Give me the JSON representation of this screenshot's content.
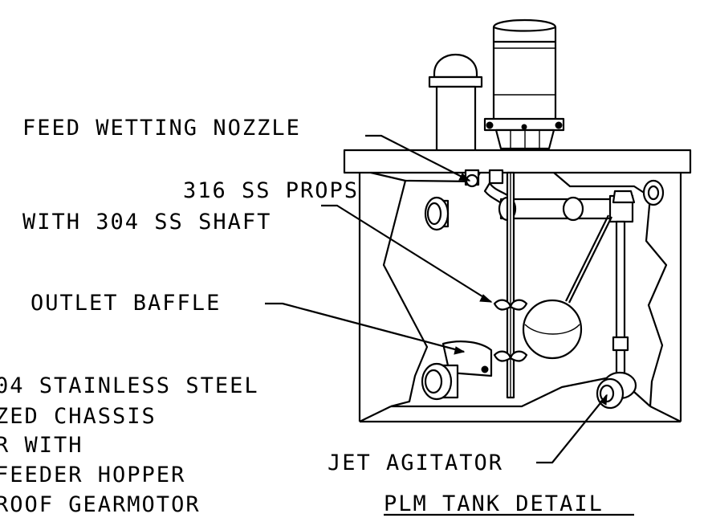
{
  "labels": {
    "feed_wetting_nozzle": "FEED WETTING NOZZLE",
    "props_line1": "316 SS PROPS",
    "props_line2": "WITH 304 SS SHAFT",
    "outlet_baffle": "OUTLET BAFFLE",
    "jet_agitator": "JET AGITATOR",
    "title": "PLM TANK DETAIL"
  },
  "cutoff_text": [
    "04 STAINLESS STEEL",
    "ZED CHASSIS",
    "R WITH",
    "FEEDER HOPPER",
    "ROOF GEARMOTOR"
  ]
}
